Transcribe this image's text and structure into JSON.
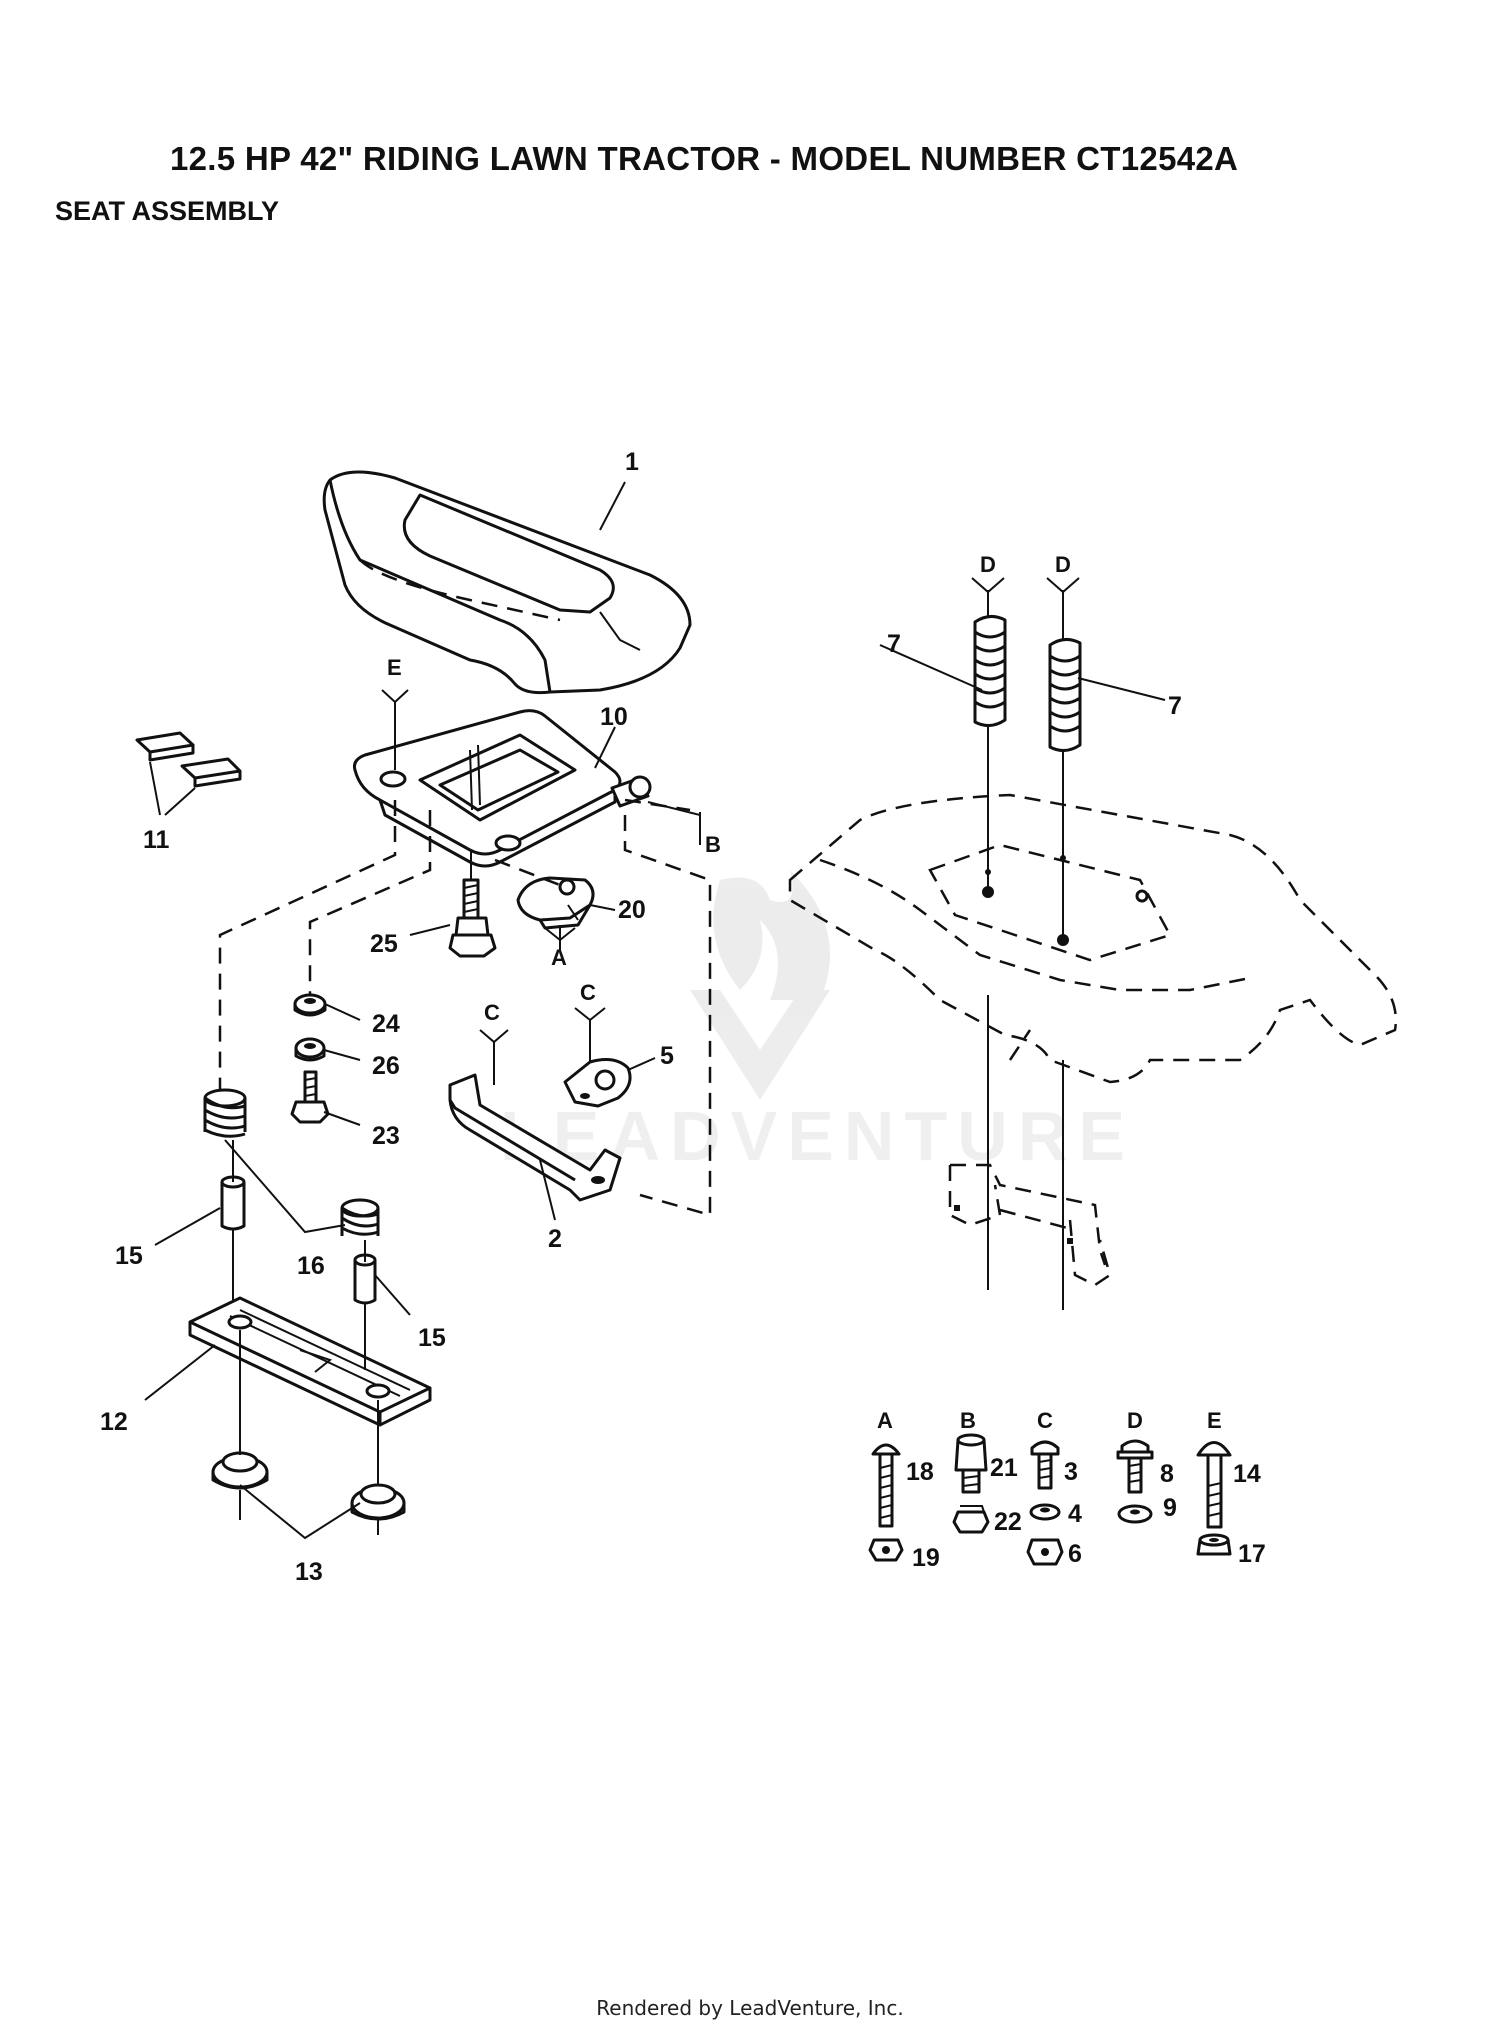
{
  "page": {
    "title": "12.5 HP 42\" RIDING LAWN TRACTOR - MODEL NUMBER CT12542A",
    "subtitle": "SEAT ASSEMBLY",
    "footer": "Rendered by LeadVenture, Inc.",
    "watermark": "LEADVENTURE"
  },
  "callouts": {
    "c1": "1",
    "c2": "2",
    "c5": "5",
    "c7a": "7",
    "c7b": "7",
    "c10": "10",
    "c11": "11",
    "c12": "12",
    "c13": "13",
    "c15a": "15",
    "c15b": "15",
    "c16": "16",
    "c20": "20",
    "c23": "23",
    "c24": "24",
    "c25": "25",
    "c26": "26"
  },
  "refs": {
    "e_plate": "E",
    "b_plate": "B",
    "a_clamp": "A",
    "c_bracket": "C",
    "c_clamp": "C",
    "d_left": "D",
    "d_right": "D"
  },
  "hardware": [
    {
      "letter": "A",
      "parts": [
        "18",
        "19"
      ]
    },
    {
      "letter": "B",
      "parts": [
        "21",
        "22"
      ]
    },
    {
      "letter": "C",
      "parts": [
        "3",
        "4",
        "6"
      ]
    },
    {
      "letter": "D",
      "parts": [
        "8",
        "9"
      ]
    },
    {
      "letter": "E",
      "parts": [
        "14",
        "17"
      ]
    }
  ]
}
